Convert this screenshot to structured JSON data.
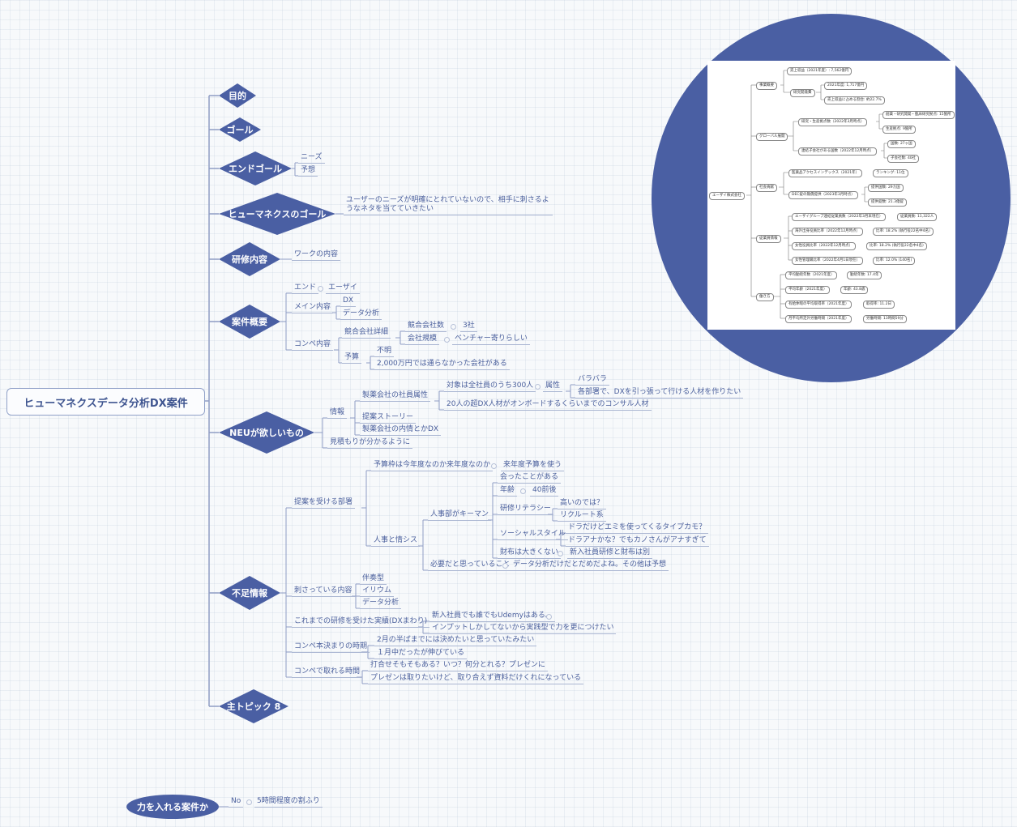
{
  "root": "ヒューマネクスデータ分析DX案件",
  "topics": {
    "purpose": "目的",
    "goal": "ゴール",
    "end_goal": "エンドゴール",
    "humanex_goal": "ヒューマネクスのゴール",
    "training": "研修内容",
    "overview": "案件概要",
    "neu_wants": "NEUが欲しいもの",
    "missing": "不足情報",
    "topic8": "主トピック 8"
  },
  "end_goal": {
    "needs": "ニーズ",
    "forecast": "予想"
  },
  "humanex_goal": {
    "note": "ユーザーのニーズが明確にとれていないので、相手に刺さるようなネタを当てていきたい"
  },
  "training": {
    "work": "ワークの内容"
  },
  "overview": {
    "end": "エンド",
    "eisai": "エーザイ",
    "main": "メイン内容",
    "dx": "DX",
    "data_analysis": "データ分析",
    "compe": "コンペ内容",
    "competitor_detail": "競合会社詳細",
    "competitor_count": "競合会社数",
    "three": "3社",
    "company_size": "会社規模",
    "venture": "ベンチャー寄りらしい",
    "budget": "予算",
    "unknown": "不明",
    "budget_note": "2,000万円では通らなかった会社がある"
  },
  "neu_wants": {
    "info": "情報",
    "employee_attr": "製薬会社の社員属性",
    "target": "対象は全社員のうち300人",
    "attribute": "属性",
    "varied": "バラバラ",
    "dept": "各部署で、DXを引っ張って行ける人材を作りたい",
    "consult": "20人の超DX人材がオンボードするくらいまでのコンサル人材",
    "story": "提案ストーリー",
    "pharma_info": "製薬会社の内情とかDX",
    "estimate": "見積もりが分かるように"
  },
  "missing": {
    "dept": "提案を受ける部署",
    "budget_q": "予算枠は今年度なのか来年度なのか",
    "next_budget": "来年度予算を使う",
    "person": "人事と情シス",
    "hr_key": "人事部がキーマン",
    "met": "会ったことがある",
    "age": "年齢",
    "age_val": "40前後",
    "literacy": "研修リテラシー",
    "high": "高いのでは？",
    "recruit": "リクルート系",
    "social": "ソーシャルスタイル",
    "driver": "ドラだけどエミを使ってくるタイプカモ？",
    "dora_ana": "ドラアナかな？でもカノさんがアナすぎて",
    "wallet": "財布は大きくない",
    "wallet_note": "新入社員研修と財布は別",
    "needs_thought": "必要だと思っていること",
    "needs_note": "データ分析だけだとだめだよね。その他は予想",
    "appeal": "刺さっている内容",
    "accompany": "伴奏型",
    "iryum": "イリウム",
    "data": "データ分析",
    "past": "これまでの研修を受けた実績(DXまわり)",
    "udemy": "新入社員でも誰でもUdemyはある。",
    "input": "インプットしかしてないから実践型で力を更につけたい",
    "decide": "コンペ本決まりの時期",
    "feb": "2月の半ばまでには決めたいと思っていたみたい",
    "jan": "１月中だったが伸びている",
    "time": "コンペで取れる時間",
    "meeting": "打合せそもそもある？いつ？何分とれる？プレゼンに",
    "present": "プレゼンは取りたいけど、取り合えず資料だけくれになっている"
  },
  "strength": {
    "label": "力を入れる案件か",
    "no": "No",
    "hours": "5時間程度の割ふり"
  },
  "inset": {
    "company": "エーザイ株式会社",
    "business": "事業概要",
    "sales": "売上収益（2021年度）: 7,562億円",
    "rd": "研究開発費",
    "rd_val": "2021年度: 1,717億円",
    "rd_ratio": "売上収益に占める割合: 約22.7%",
    "global": "グローバル展開",
    "bases": "研究・生産拠点数（2022年3月時点）",
    "bases_val1": "創薬・研究開発・臨床研究拠点: 15箇所",
    "bases_val2": "生産拠点: 9箇所",
    "subs": "連結子会社がある国数（2022年12月時点）",
    "subs_val1": "国数: 27ヶ国",
    "subs_val2": "子会社数: 40社",
    "social": "社会貢献",
    "atm": "医薬品アクセスインデックス（2021年）",
    "atm_val": "ランキング: 11位",
    "dec": "DEC錠の無償提供（2023年3月時点）",
    "dec_val1": "提供国数: 29カ国",
    "dec_val2": "提供錠数: 21.3億錠",
    "employees": "従業員情報",
    "emp1": "エーザイグループ連結従業員数（2022年3月末現在）",
    "emp1_val": "従業員数: 11,322人",
    "emp2": "海外出身役員比率（2022年12月時点）",
    "emp2_val": "比率: 18.2% (執行役22名中4名)",
    "emp3": "女性役員比率（2022年12月時点）",
    "emp3_val": "比率: 18.2% (執行役22名中4名)",
    "emp4": "女性管理職比率（2022年4月1日現在）",
    "emp4_val": "比率: 12.0% (140名)",
    "work": "働き方",
    "w1": "平均勤続年数（2021年度）",
    "w1_val": "勤続年数: 17.4年",
    "w2": "平均年齢（2021年度）",
    "w2_val": "年齢: 43.8歳",
    "w3": "有給休暇の平均取得率（2021年度）",
    "w3_val": "取得率: 11.2日",
    "w4": "月平均所定外労働時間（2021年度）",
    "w4_val": "労働時間: 13時間59分"
  },
  "colors": {
    "node": "#4a5fa3",
    "text": "#4a5f9c",
    "line": "#8f9dc4"
  }
}
